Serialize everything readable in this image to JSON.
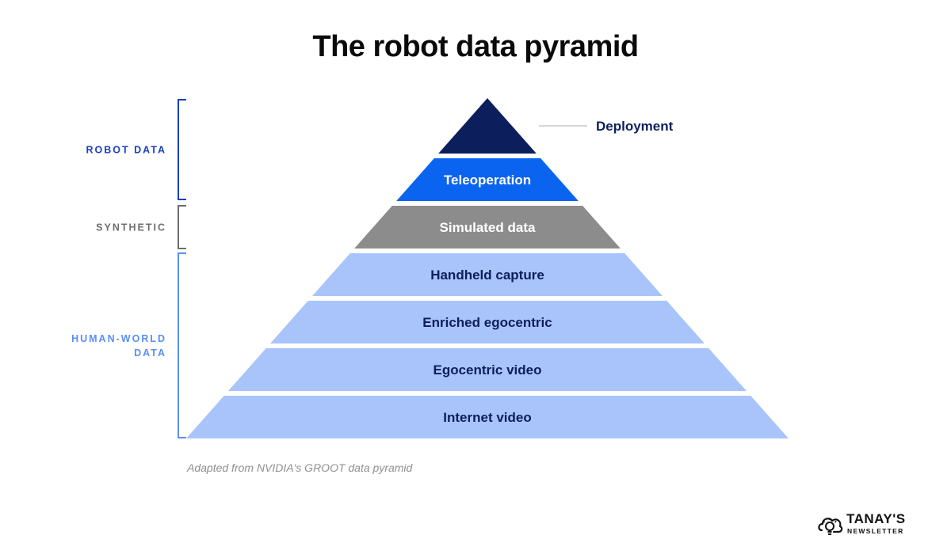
{
  "title": "The robot data pyramid",
  "layers": [
    {
      "label": "",
      "color": "#0c1f5c",
      "text_color": "#ffffff"
    },
    {
      "label": "Teleoperation",
      "color": "#0a64f0",
      "text_color": "#ffffff"
    },
    {
      "label": "Simulated data",
      "color": "#8c8c8c",
      "text_color": "#ffffff"
    },
    {
      "label": "Handheld capture",
      "color": "#a9c4fb",
      "text_color": "#0c1f5c"
    },
    {
      "label": "Enriched egocentric",
      "color": "#a9c4fb",
      "text_color": "#0c1f5c"
    },
    {
      "label": "Egocentric video",
      "color": "#a9c4fb",
      "text_color": "#0c1f5c"
    },
    {
      "label": "Internet video",
      "color": "#a9c4fb",
      "text_color": "#0c1f5c"
    }
  ],
  "callout": {
    "label": "Deployment",
    "line_color": "#c8c8c8",
    "text_color": "#0c1f5c"
  },
  "groups": [
    {
      "lines": [
        "ROBOT DATA"
      ],
      "color": "#1a3fc2"
    },
    {
      "lines": [
        "SYNTHETIC"
      ],
      "color": "#6e6e6e"
    },
    {
      "lines": [
        "HUMAN-WORLD",
        "DATA"
      ],
      "color": "#5b8ef5"
    }
  ],
  "caption": "Adapted from NVIDIA's GROOT data pyramid",
  "logo": {
    "name": "TANAY'S",
    "sub": "NEWSLETTER"
  }
}
